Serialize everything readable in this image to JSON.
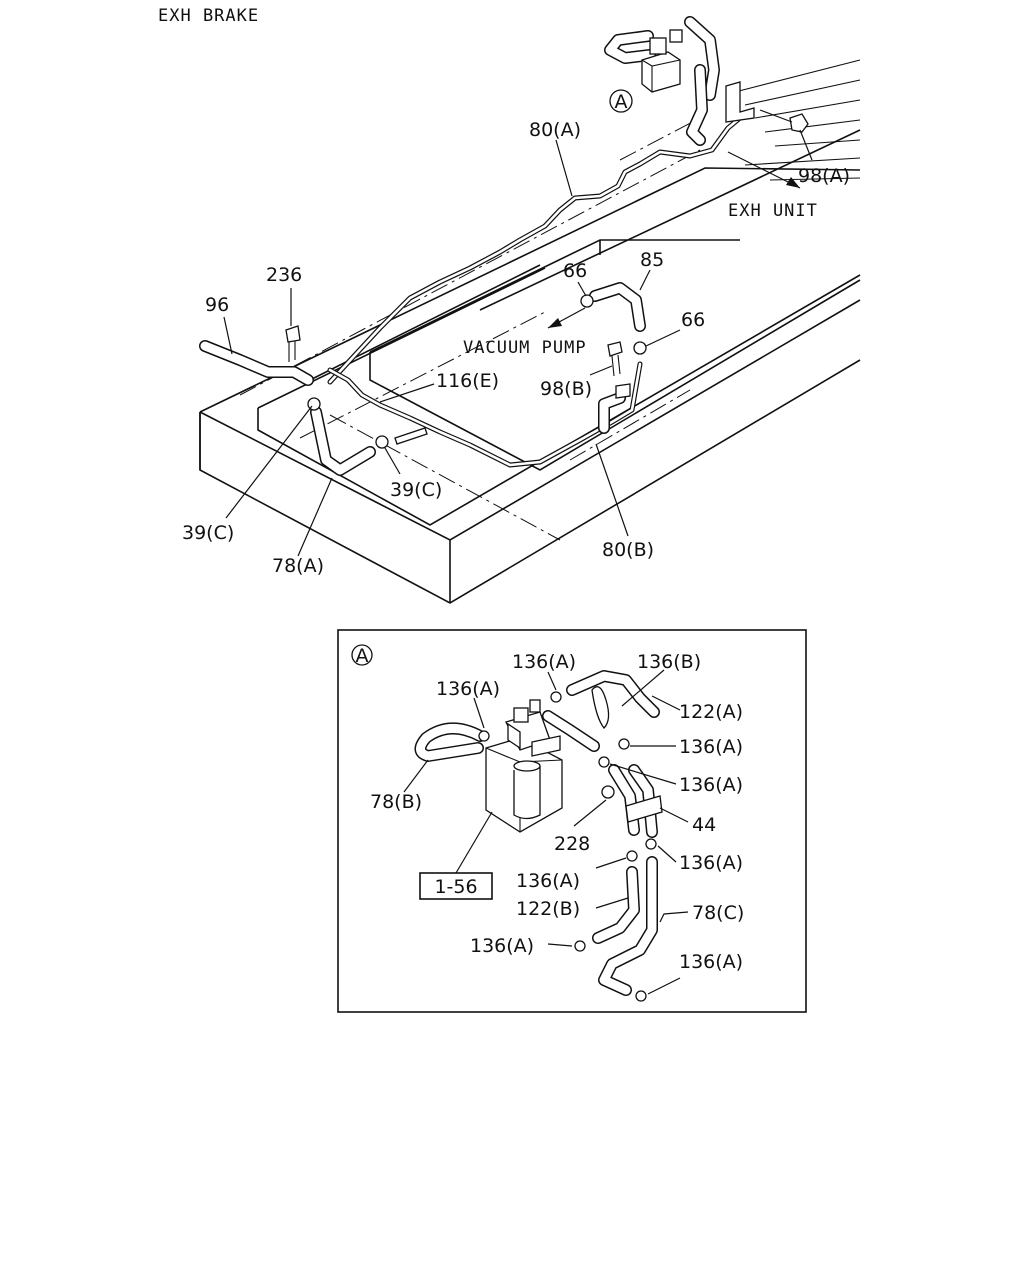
{
  "title": "EXH BRAKE",
  "main_view": {
    "callout_marker": "A",
    "annotations": {
      "exh_unit": "EXH UNIT",
      "vacuum_pump": "VACUUM PUMP"
    },
    "labels": {
      "p80A": "80(A)",
      "p98A": "98(A)",
      "p236": "236",
      "p96": "96",
      "p66a": "66",
      "p85": "85",
      "p66b": "66",
      "p98B": "98(B)",
      "p116E": "116(E)",
      "p39Ca": "39(C)",
      "p39Cb": "39(C)",
      "p78A": "78(A)",
      "p80B": "80(B)"
    }
  },
  "detail_view": {
    "marker": "A",
    "reference_box": "1-56",
    "labels": {
      "p136A_1": "136(A)",
      "p136B": "136(B)",
      "p136A_2": "136(A)",
      "p122A": "122(A)",
      "p136A_3": "136(A)",
      "p136A_4": "136(A)",
      "p78B": "78(B)",
      "p44": "44",
      "p228": "228",
      "p136A_5": "136(A)",
      "p136A_6": "136(A)",
      "p122B": "122(B)",
      "p78C": "78(C)",
      "p136A_7": "136(A)",
      "p136A_8": "136(A)"
    }
  }
}
